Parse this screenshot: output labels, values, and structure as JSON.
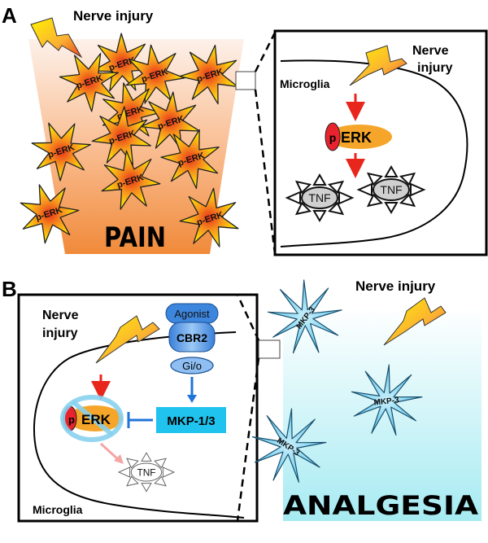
{
  "panel_a": {
    "letter": "A",
    "nerve_injury": "Nerve injury",
    "cell_label": "p-ERK",
    "pain": "PAIN",
    "inset": {
      "nerve": "Nerve",
      "injury": "injury",
      "microglia": "Microglia",
      "p": "p",
      "erk": "ERK",
      "tnf": "TNF"
    }
  },
  "panel_b": {
    "letter": "B",
    "inset": {
      "nerve": "Nerve",
      "injury": "injury",
      "agonist": "Agonist",
      "cbr2": "CBR2",
      "gio": "Gi/o",
      "p": "p",
      "erk": "ERK",
      "mkp13": "MKP-1/3",
      "tnf": "TNF",
      "microglia": "Microglia"
    },
    "nerve_injury": "Nerve injury",
    "cell_label": "MKP-3",
    "analgesia": "ANALGESIA"
  },
  "colors": {
    "pain_gradient_top": "#fdeee6",
    "pain_gradient_bottom": "#f08a3a",
    "analgesia_gradient_top": "#ffffff",
    "analgesia_gradient_bottom": "#a8ecf2",
    "perk_cell": "#f6a21a",
    "mkp_cell": "#7fd0ee",
    "erk_orange": "#f5a62a",
    "p_red": "#e8232e",
    "arrow_red": "#e8261c",
    "arrow_blue": "#1f74d8",
    "mkp_box": "#1fc3ee"
  }
}
